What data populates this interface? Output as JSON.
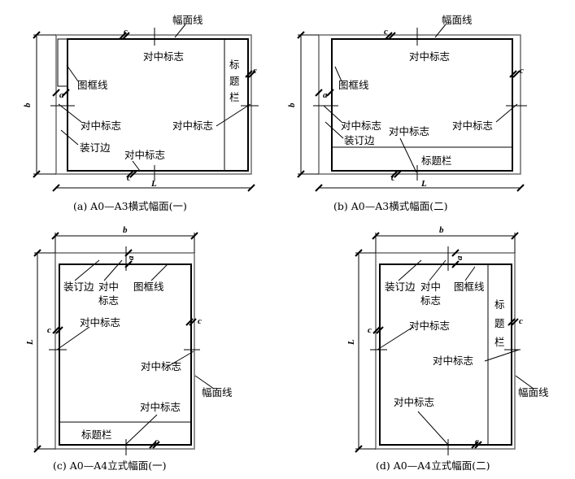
{
  "labels": {
    "sheet_line": "幅面线",
    "frame_line": "图框线",
    "center_mark": "对中标志",
    "binding_edge": "装订边",
    "title_block": "标题栏",
    "title_block_v1": "标",
    "title_block_v2": "题",
    "title_block_v3": "栏",
    "center_mark_line1": "对中",
    "center_mark_line2": "标志"
  },
  "dims": {
    "a": "a",
    "b": "b",
    "c": "c",
    "L": "L"
  },
  "captions": {
    "a": "(a) A0—A3横式幅面(一)",
    "b": "(b) A0—A3横式幅面(二)",
    "c": "(c) A0—A4立式幅面(一)",
    "d": "(d) A0—A4立式幅面(二)"
  }
}
